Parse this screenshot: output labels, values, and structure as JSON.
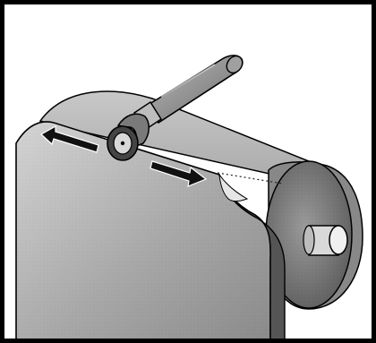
{
  "illustration": {
    "subject": "",
    "elements": [
      "paper-roll",
      "seam-roller-tool",
      "arrow-left-icon",
      "arrow-right-icon",
      "dotted-seam-line"
    ]
  },
  "colors": {
    "frame": "#000000",
    "paper_light": "#c9c9c9",
    "paper_mid": "#9b9b9b",
    "paper_dark": "#6f6f6f",
    "paper_shadow": "#4f4f4f",
    "tool": "#8c8c8c",
    "arrow": "#111111",
    "background": "#ffffff"
  }
}
